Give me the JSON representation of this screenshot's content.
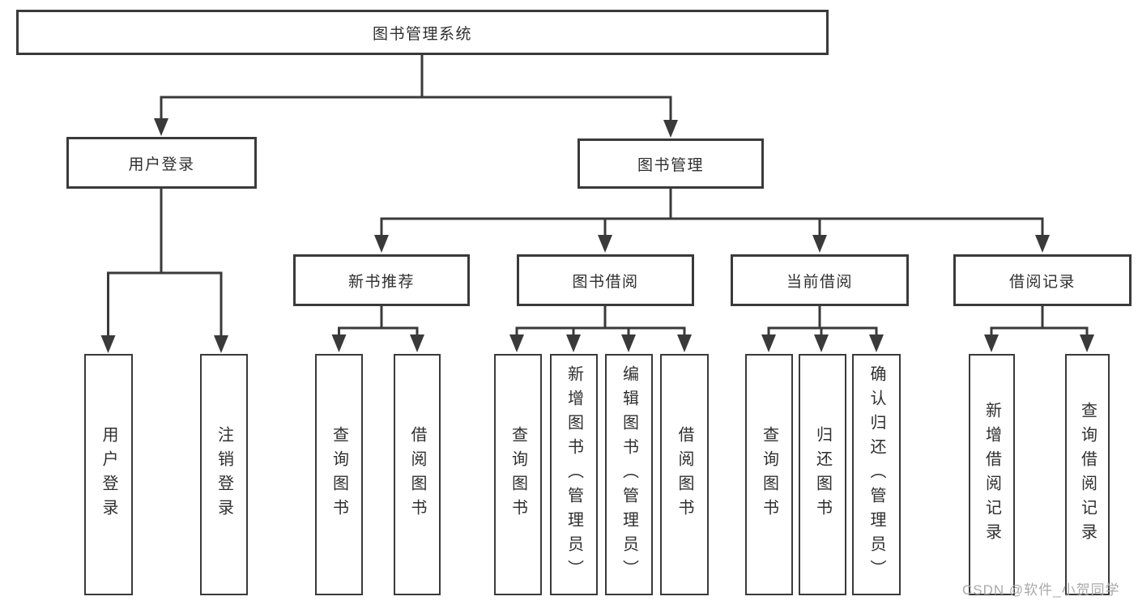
{
  "diagram": {
    "root": {
      "label": "图书管理系统"
    },
    "level2": {
      "user_login": {
        "label": "用户登录"
      },
      "book_mgmt": {
        "label": "图书管理"
      }
    },
    "level3": {
      "new_book_rec": {
        "label": "新书推荐"
      },
      "book_borrow": {
        "label": "图书借阅"
      },
      "current_borrow": {
        "label": "当前借阅"
      },
      "borrow_records": {
        "label": "借阅记录"
      }
    },
    "leaves": {
      "user_login": {
        "label": "用户登录"
      },
      "logout": {
        "label": "注销登录"
      },
      "rec_query_books": {
        "label": "查询图书"
      },
      "rec_borrow_books": {
        "label": "借阅图书"
      },
      "bb_query_books": {
        "label": "查询图书"
      },
      "bb_add_books": {
        "label": "新增图书（管理员）"
      },
      "bb_edit_books": {
        "label": "编辑图书（管理员）"
      },
      "bb_borrow_books": {
        "label": "借阅图书"
      },
      "cb_query_books": {
        "label": "查询图书"
      },
      "cb_return_books": {
        "label": "归还图书"
      },
      "cb_confirm_return": {
        "label": "确认归还（管理员）"
      },
      "br_add_record": {
        "label": "新增借阅记录"
      },
      "br_query_record": {
        "label": "查询借阅记录"
      }
    }
  },
  "watermark": {
    "text": "CSDN @软件_小贺同学"
  },
  "colors": {
    "line": "#3a3a3a",
    "box-border": "#3a3a3a",
    "box-bg": "#ffffff",
    "text": "#2f2f2f",
    "watermark": "#a9a9a9",
    "page-bg": "#ffffff"
  }
}
